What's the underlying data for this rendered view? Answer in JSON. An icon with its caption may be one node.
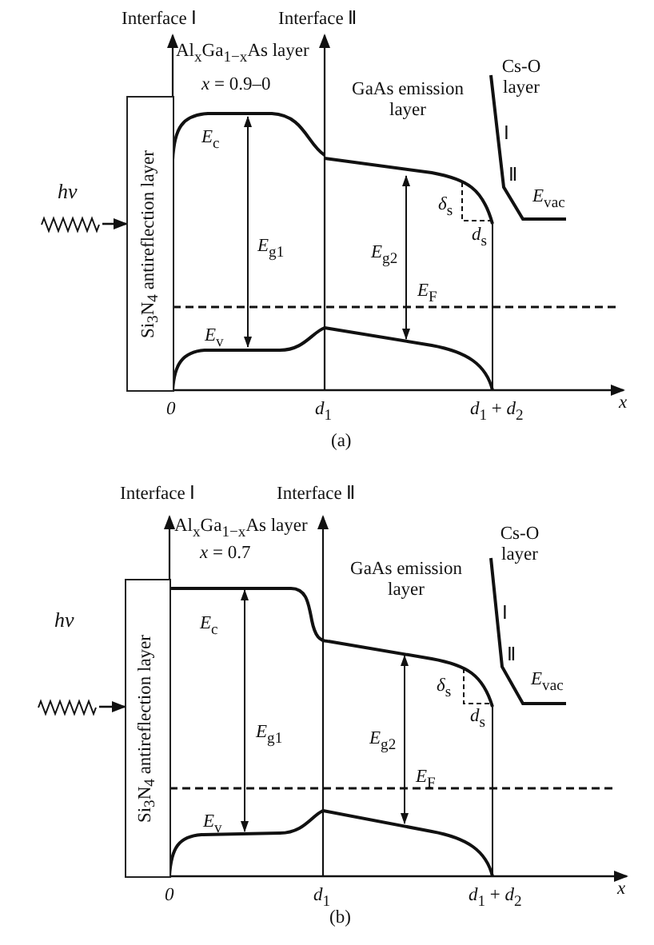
{
  "diagram": {
    "nodes": [
      {
        "text": [
          "hν"
        ]
      },
      {
        "text": [
          "Si$_{3}$N$_{4}$ antireflection layer"
        ]
      },
      {
        "text": [
          "hν"
        ]
      },
      {
        "text": [
          "Si$_{3}$N$_{4}$ antireflection layer"
        ]
      }
    ],
    "edges": [
      {
        "from": 0,
        "to": 1,
        "arrow": "to"
      },
      {
        "from": 2,
        "to": 3,
        "arrow": "to"
      }
    ],
    "labels": [
      "Interface Ⅰ",
      "Interface Ⅱ",
      "Al$_{x}$Ga$_{1−x}$As layer",
      "*x* = 0.9–0",
      "GaAs emission layer",
      "Cs-O layer",
      "*E*$_{c}$",
      "Ⅰ",
      "Ⅱ",
      "*δ*$_{s}$",
      "*E*$_{vac}$",
      "*d*$_{s}$",
      "*E*$_{g1}$",
      "*E*$_{g2}$",
      "*E*$_{F}$",
      "*E*$_{v}$",
      "*0*",
      "*d*$_{1}$",
      "*d*$_{1}$ + *d*$_{2}$",
      "*x*",
      "(a)",
      "Interface Ⅰ",
      "Interface Ⅱ",
      "Al$_{x}$Ga$_{1−x}$As layer",
      "*x* = 0.7",
      "GaAs emission layer",
      "Cs-O layer",
      "*E*$_{c}$",
      "Ⅰ",
      "Ⅱ",
      "*δ*$_{s}$",
      "*E*$_{vac}$",
      "*d*$_{s}$",
      "*E*$_{g1}$",
      "*E*$_{g2}$",
      "*E*$_{F}$",
      "*E*$_{v}$",
      "*0*",
      "*d*$_{1}$",
      "*d*$_{1}$ + *d*$_{2}$",
      "*x*",
      "(b)"
    ]
  }
}
